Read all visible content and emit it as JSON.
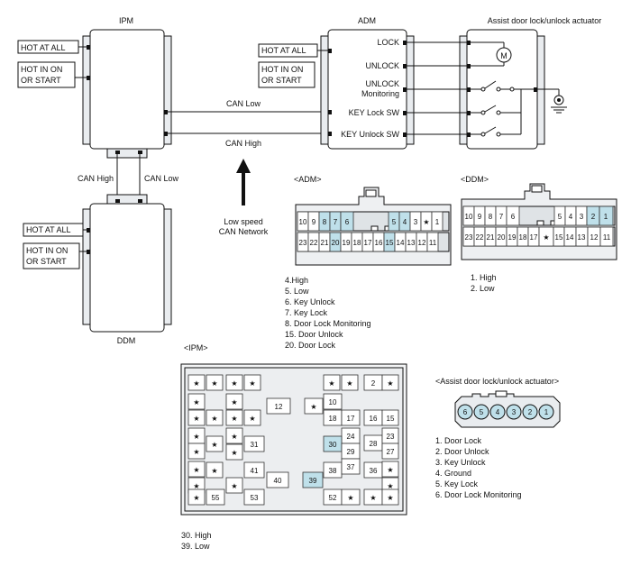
{
  "modules": {
    "ipm": "IPM",
    "adm": "ADM",
    "ddm": "DDM",
    "actuator": "Assist door lock/unlock actuator"
  },
  "power": {
    "hot_at_all": "HOT AT ALL",
    "hot_in_on_1": "HOT IN ON",
    "hot_in_on_2": "OR START"
  },
  "adm_terminals": [
    "LOCK",
    "UNLOCK",
    "UNLOCK",
    "Monitoring",
    "KEY Lock  SW",
    "KEY Unlock SW"
  ],
  "motor_symbol": "M",
  "can": {
    "low": "CAN Low",
    "high": "CAN High",
    "network_1": "Low speed",
    "network_2": "CAN Network"
  },
  "adm_connector": {
    "title": "<ADM>",
    "top_row": [
      "10",
      "9",
      "8",
      "7",
      "6",
      "5",
      "4",
      "3",
      "★",
      "1"
    ],
    "bottom_row": [
      "23",
      "22",
      "21",
      "20",
      "19",
      "18",
      "17",
      "16",
      "15",
      "14",
      "13",
      "12",
      "11"
    ],
    "legend": [
      "4.High",
      "5. Low",
      "6. Key Unlock",
      "7. Key Lock",
      "8. Door Lock Monitoring",
      "15. Door Unlock",
      "20. Door Lock"
    ]
  },
  "ddm_connector": {
    "title": "<DDM>",
    "top_row": [
      "10",
      "9",
      "8",
      "7",
      "6",
      "5",
      "4",
      "3",
      "2",
      "1"
    ],
    "bottom_row": [
      "23",
      "22",
      "21",
      "20",
      "19",
      "18",
      "17",
      "★",
      "15",
      "14",
      "13",
      "12",
      "11"
    ],
    "legend": [
      "1. High",
      "2. Low"
    ]
  },
  "ipm_connector": {
    "title": "<IPM>",
    "cells": [
      "★",
      "★",
      "★",
      "★",
      "★",
      "★",
      "2",
      "★",
      "12",
      "★",
      "10",
      "★",
      "★",
      "★",
      "★",
      "18",
      "17",
      "16",
      "15",
      "★",
      "★",
      "★",
      "24",
      "28",
      "23",
      "★",
      "★",
      "31",
      "30",
      "29",
      "27",
      "★",
      "★",
      "★",
      "38",
      "37",
      "36",
      "★",
      "★",
      "41",
      "40",
      "39",
      "★",
      "★",
      "★",
      "55",
      "★",
      "53",
      "52",
      "★",
      "★",
      "★"
    ],
    "legend": [
      "30. High",
      "39. Low"
    ]
  },
  "actuator_connector": {
    "title": "<Assist door lock/unlock actuator>",
    "pins": [
      "6",
      "5",
      "4",
      "3",
      "2",
      "1"
    ],
    "legend": [
      "1. Door Lock",
      "2. Door Unlock",
      "3. Key Unlock",
      "4. Ground",
      "5. Key Lock",
      "6. Door Lock Monitoring"
    ]
  },
  "colors": {
    "module_fill": "#e9ecef",
    "highlight": "#bfe0ea"
  }
}
